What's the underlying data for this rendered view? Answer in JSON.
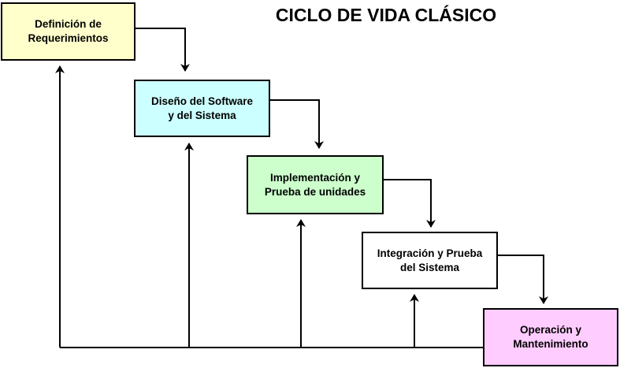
{
  "title": "CICLO DE VIDA CLÁSICO",
  "stages": [
    {
      "id": "definicion",
      "label": "Definición de\nRequerimientos",
      "color": "#ffffcc"
    },
    {
      "id": "diseno",
      "label": "Diseño del Software\ny del Sistema",
      "color": "#ccffff"
    },
    {
      "id": "implementacion",
      "label": "Implementación y\nPrueba de unidades",
      "color": "#ccffcc"
    },
    {
      "id": "integracion",
      "label": "Integración y Prueba\ndel Sistema",
      "color": "#ffffff"
    },
    {
      "id": "operacion",
      "label": "Operación y\nMantenimiento",
      "color": "#ffccff"
    }
  ]
}
